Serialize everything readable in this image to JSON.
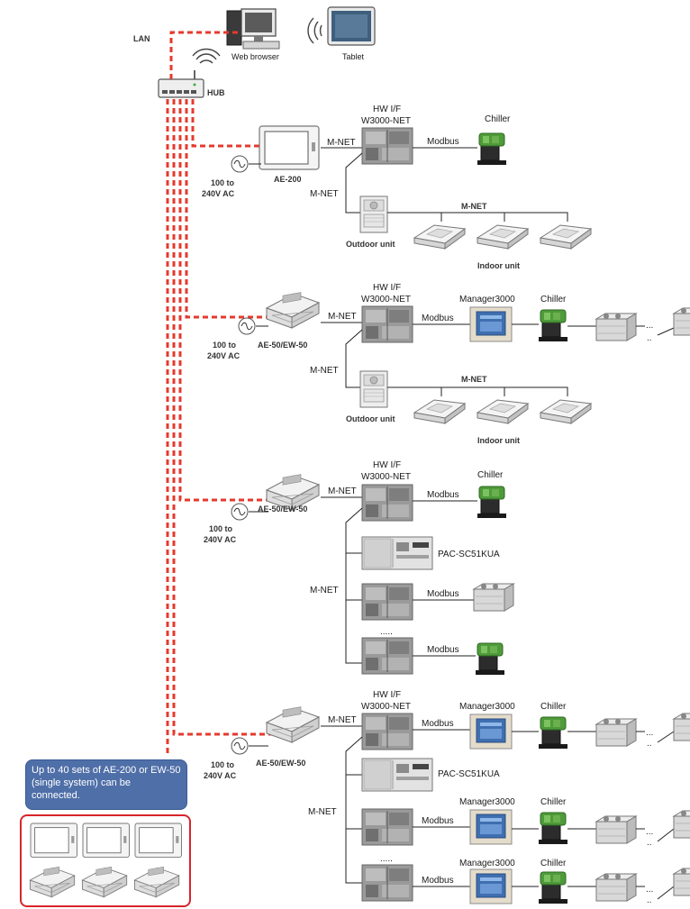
{
  "top": {
    "lan_label": "LAN",
    "web_browser_label": "Web browser",
    "tablet_label": "Tablet",
    "hub_label": "HUB"
  },
  "sections": [
    {
      "controller_label": "AE-200",
      "power_label_1": "100 to",
      "power_label_2": "240V AC",
      "mnet_top": "M-NET",
      "hwif_1": "HW I/F",
      "hwif_2": "W3000-NET",
      "modbus": "Modbus",
      "chiller": "Chiller",
      "mnet_side": "M-NET",
      "mnet_indoor": "M-NET",
      "outdoor": "Outdoor unit",
      "indoor": "Indoor unit"
    },
    {
      "controller_label": "AE-50/EW-50",
      "power_label_1": "100 to",
      "power_label_2": "240V AC",
      "mnet_top": "M-NET",
      "hwif_1": "HW I/F",
      "hwif_2": "W3000-NET",
      "modbus": "Modbus",
      "manager": "Manager3000",
      "chiller": "Chiller",
      "ellipsis_1": "...",
      "ellipsis_2": "..",
      "mnet_side": "M-NET",
      "mnet_indoor": "M-NET",
      "outdoor": "Outdoor unit",
      "indoor": "Indoor unit"
    },
    {
      "controller_label": "AE-50/EW-50",
      "power_label_1": "100 to",
      "power_label_2": "240V AC",
      "mnet_top": "M-NET",
      "hwif_1": "HW I/F",
      "hwif_2": "W3000-NET",
      "modbus_1": "Modbus",
      "chiller": "Chiller",
      "pac": "PAC-SC51KUA",
      "mnet_side": "M-NET",
      "modbus_2": "Modbus",
      "ellipsis": ".....",
      "modbus_3": "Modbus"
    },
    {
      "controller_label": "AE-50/EW-50",
      "power_label_1": "100 to",
      "power_label_2": "240V AC",
      "mnet_top": "M-NET",
      "hwif_1": "HW I/F",
      "hwif_2": "W3000-NET",
      "modbus_1": "Modbus",
      "manager_1": "Manager3000",
      "chiller_1": "Chiller",
      "pac": "PAC-SC51KUA",
      "mnet_side": "M-NET",
      "modbus_2": "Modbus",
      "manager_2": "Manager3000",
      "chiller_2": "Chiller",
      "ellipsis_mid": ".....",
      "modbus_3": "Modbus",
      "manager_3": "Manager3000",
      "chiller_3": "Chiller",
      "ellipsis_1": "...",
      "ellipsis_2": ".."
    }
  ],
  "note": "Up to 40 sets of AE-200 or EW-50 (single system) can be connected.",
  "colors": {
    "lan_dash": "#e53a2e",
    "note_bg": "#4f6fa8",
    "bundle_border": "#d8242a",
    "chiller_green": "#4f9a3a"
  }
}
